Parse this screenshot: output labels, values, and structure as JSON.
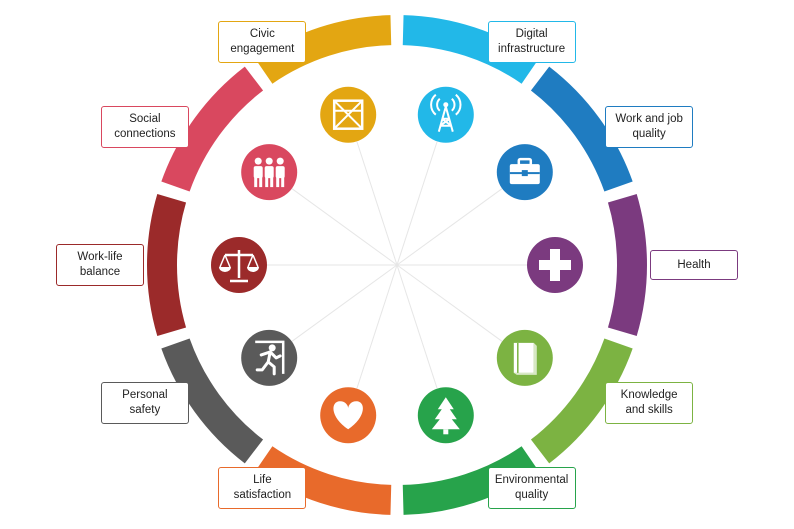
{
  "dimensions": [
    {
      "key": "digital",
      "label_lines": [
        "Digital",
        "infrastructure"
      ],
      "color": "#22b8e8",
      "icon": "antenna-tower-icon"
    },
    {
      "key": "work",
      "label_lines": [
        "Work and job",
        "quality"
      ],
      "color": "#1f7cc1",
      "icon": "briefcase-icon"
    },
    {
      "key": "health",
      "label_lines": [
        "Health"
      ],
      "color": "#7b3a7f",
      "icon": "medical-cross-icon"
    },
    {
      "key": "knowledge",
      "label_lines": [
        "Knowledge",
        "and skills"
      ],
      "color": "#7cb342",
      "icon": "book-icon"
    },
    {
      "key": "environment",
      "label_lines": [
        "Environmental",
        "quality"
      ],
      "color": "#27a34b",
      "icon": "pine-tree-icon"
    },
    {
      "key": "life",
      "label_lines": [
        "Life",
        "satisfaction"
      ],
      "color": "#e86a2b",
      "icon": "heart-icon"
    },
    {
      "key": "safety",
      "label_lines": [
        "Personal",
        "safety"
      ],
      "color": "#5a5a5a",
      "icon": "running-exit-icon"
    },
    {
      "key": "worklife",
      "label_lines": [
        "Work-life",
        "balance"
      ],
      "color": "#9b2a2a",
      "icon": "balance-scale-icon"
    },
    {
      "key": "social",
      "label_lines": [
        "Social",
        "connections"
      ],
      "color": "#d9485f",
      "icon": "people-group-icon"
    },
    {
      "key": "civic",
      "label_lines": [
        "Civic",
        "engagement"
      ],
      "color": "#e3a612",
      "icon": "ballot-box-icon"
    }
  ]
}
